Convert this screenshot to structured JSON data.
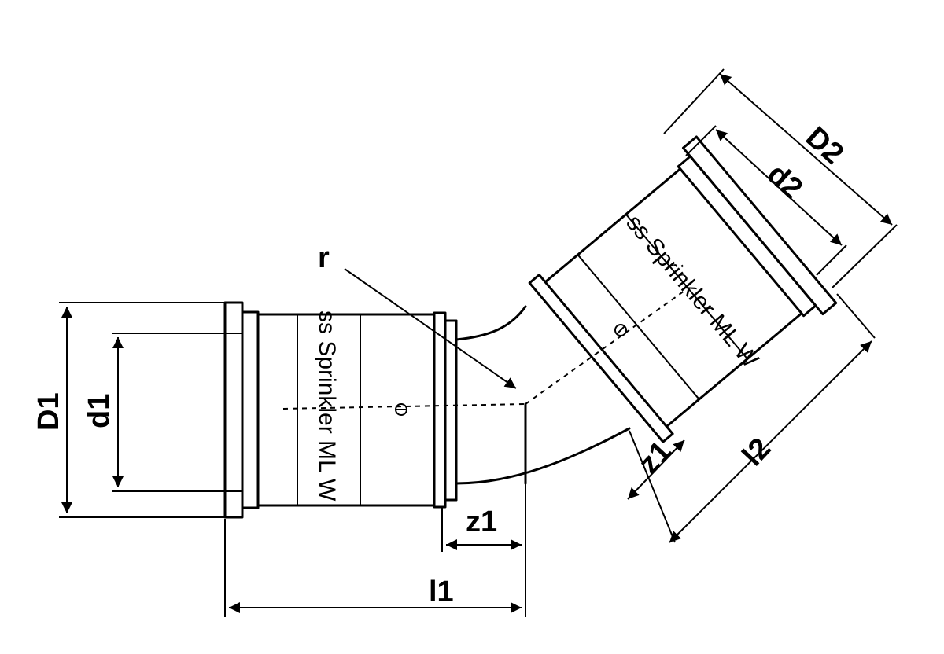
{
  "labels": {
    "D1": "D1",
    "d1": "d1",
    "D2": "D2",
    "d2": "d2",
    "r": "r",
    "z1_horizontal": "z1",
    "z1_angled": "z1",
    "l1": "l1",
    "l2": "l2"
  },
  "printing": {
    "left_sleeve": "ss Sprinkler ML W",
    "right_sleeve": "ss Sprinkler ML W"
  }
}
